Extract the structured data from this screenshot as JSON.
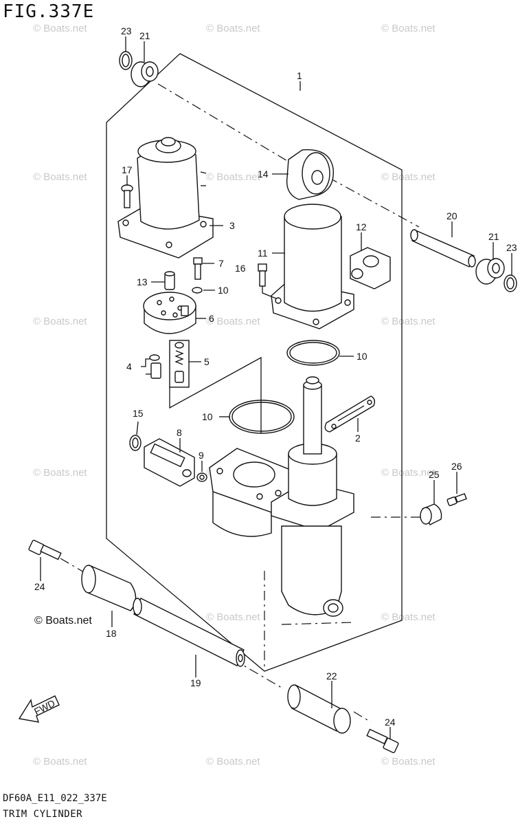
{
  "figure": {
    "title": "FIG.337E",
    "code": "DF60A_E11_022_337E",
    "caption": "TRIM CYLINDER"
  },
  "watermark": {
    "text": "© Boats.net",
    "prominent_text": "© Boats.net"
  },
  "direction": {
    "label": "FWD"
  },
  "callouts": [
    {
      "id": "c23a",
      "label": "23"
    },
    {
      "id": "c21a",
      "label": "21"
    },
    {
      "id": "c1",
      "label": "1"
    },
    {
      "id": "c14",
      "label": "14"
    },
    {
      "id": "c17",
      "label": "17"
    },
    {
      "id": "c3",
      "label": "3"
    },
    {
      "id": "c20",
      "label": "20"
    },
    {
      "id": "c21b",
      "label": "21"
    },
    {
      "id": "c23b",
      "label": "23"
    },
    {
      "id": "c12",
      "label": "12"
    },
    {
      "id": "c11",
      "label": "11"
    },
    {
      "id": "c16",
      "label": "16"
    },
    {
      "id": "c7",
      "label": "7"
    },
    {
      "id": "c13",
      "label": "13"
    },
    {
      "id": "c10a",
      "label": "10"
    },
    {
      "id": "c6",
      "label": "6"
    },
    {
      "id": "c10b",
      "label": "10"
    },
    {
      "id": "c4",
      "label": "4"
    },
    {
      "id": "c5",
      "label": "5"
    },
    {
      "id": "c15",
      "label": "15"
    },
    {
      "id": "c10c",
      "label": "10"
    },
    {
      "id": "c2",
      "label": "2"
    },
    {
      "id": "c8",
      "label": "8"
    },
    {
      "id": "c9",
      "label": "9"
    },
    {
      "id": "c25",
      "label": "25"
    },
    {
      "id": "c26",
      "label": "26"
    },
    {
      "id": "c24a",
      "label": "24"
    },
    {
      "id": "c18",
      "label": "18"
    },
    {
      "id": "c19",
      "label": "19"
    },
    {
      "id": "c22",
      "label": "22"
    },
    {
      "id": "c24b",
      "label": "24"
    }
  ]
}
